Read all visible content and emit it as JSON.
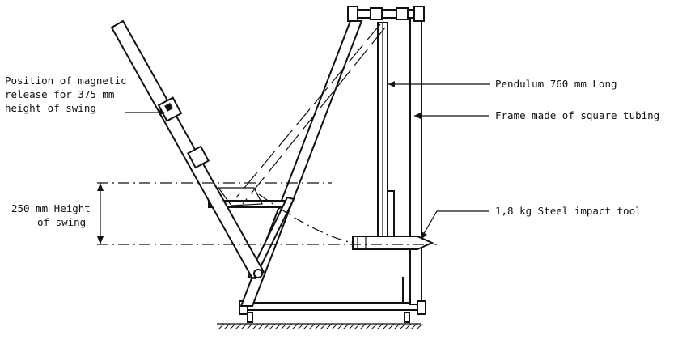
{
  "labels": {
    "magnetic_release": [
      "Position of magnetic",
      "release for 375 mm",
      "height of swing"
    ],
    "pendulum": "Pendulum 760 mm Long",
    "frame": "Frame made of square tubing",
    "height_of_swing": [
      "250 mm Height",
      "of swing"
    ],
    "impact_tool": "1,8 kg Steel impact tool"
  }
}
